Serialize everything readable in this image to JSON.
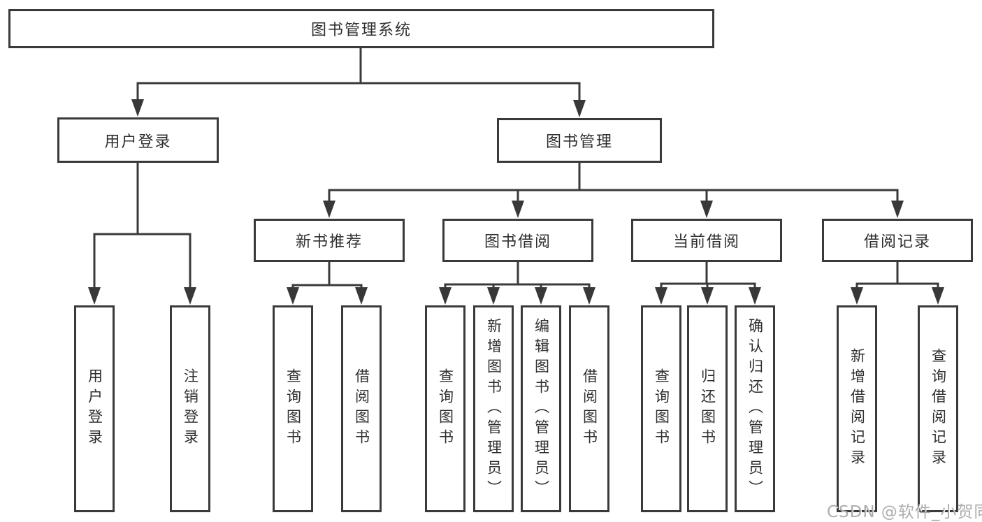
{
  "colors": {
    "line": "#3a3a3a",
    "text": "#2f2f2f",
    "box_background": "#ffffff",
    "watermark": "#9e9e9e"
  },
  "watermark": {
    "text": "CSDN @软件_小贺同学"
  },
  "tree": {
    "label": "图书管理系统",
    "children": [
      {
        "label": "用户登录",
        "children": [
          {
            "label": "用户登录"
          },
          {
            "label": "注销登录"
          }
        ]
      },
      {
        "label": "图书管理",
        "children": [
          {
            "label": "新书推荐",
            "children": [
              {
                "label": "查询图书"
              },
              {
                "label": "借阅图书"
              }
            ]
          },
          {
            "label": "图书借阅",
            "children": [
              {
                "label": "查询图书"
              },
              {
                "label": "新增图书（管理员）"
              },
              {
                "label": "编辑图书（管理员）"
              },
              {
                "label": "借阅图书"
              }
            ]
          },
          {
            "label": "当前借阅",
            "children": [
              {
                "label": "查询图书"
              },
              {
                "label": "归还图书"
              },
              {
                "label": "确认归还（管理员）"
              }
            ]
          },
          {
            "label": "借阅记录",
            "children": [
              {
                "label": "新增借阅记录"
              },
              {
                "label": "查询借阅记录"
              }
            ]
          }
        ]
      }
    ]
  }
}
